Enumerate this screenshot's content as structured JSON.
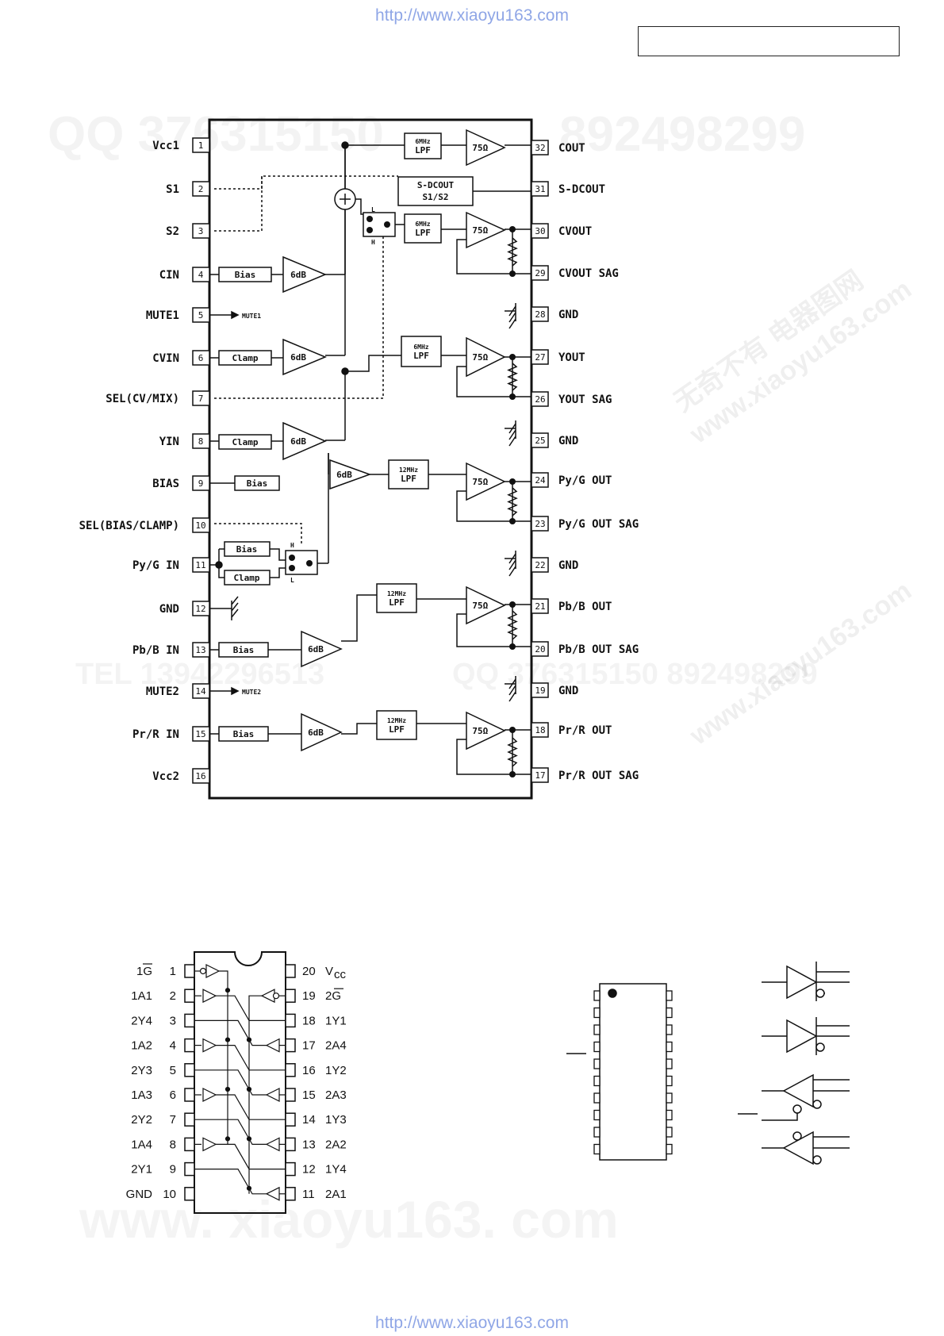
{
  "header": {
    "top_url": "http://www.xiaoyu163.com",
    "bottom_url": "http://www.xiaoyu163.com"
  },
  "watermarks": [
    "QQ 376315150",
    "892498299",
    "TEL 13942296513",
    "QQ 376315150 892498299",
    "www. xiaoyu163. com",
    "无奇不有 电器图网",
    "www.xiaoyu163.com"
  ],
  "ic1": {
    "left_pins": [
      {
        "num": "1",
        "label": "Vcc1"
      },
      {
        "num": "2",
        "label": "S1"
      },
      {
        "num": "3",
        "label": "S2"
      },
      {
        "num": "4",
        "label": "CIN"
      },
      {
        "num": "5",
        "label": "MUTE1"
      },
      {
        "num": "6",
        "label": "CVIN"
      },
      {
        "num": "7",
        "label": "SEL(CV/MIX)"
      },
      {
        "num": "8",
        "label": "YIN"
      },
      {
        "num": "9",
        "label": "BIAS"
      },
      {
        "num": "10",
        "label": "SEL(BIAS/CLAMP)"
      },
      {
        "num": "11",
        "label": "Py/G IN"
      },
      {
        "num": "12",
        "label": "GND"
      },
      {
        "num": "13",
        "label": "Pb/B IN"
      },
      {
        "num": "14",
        "label": "MUTE2"
      },
      {
        "num": "15",
        "label": "Pr/R IN"
      },
      {
        "num": "16",
        "label": "Vcc2"
      }
    ],
    "right_pins": [
      {
        "num": "32",
        "label": "COUT"
      },
      {
        "num": "31",
        "label": "S-DCOUT"
      },
      {
        "num": "30",
        "label": "CVOUT"
      },
      {
        "num": "29",
        "label": "CVOUT SAG"
      },
      {
        "num": "28",
        "label": "GND"
      },
      {
        "num": "27",
        "label": "YOUT"
      },
      {
        "num": "26",
        "label": "YOUT SAG"
      },
      {
        "num": "25",
        "label": "GND"
      },
      {
        "num": "24",
        "label": "Py/G OUT"
      },
      {
        "num": "23",
        "label": "Py/G OUT SAG"
      },
      {
        "num": "22",
        "label": "GND"
      },
      {
        "num": "21",
        "label": "Pb/B OUT"
      },
      {
        "num": "20",
        "label": "Pb/B OUT SAG"
      },
      {
        "num": "19",
        "label": "GND"
      },
      {
        "num": "18",
        "label": "Pr/R OUT"
      },
      {
        "num": "17",
        "label": "Pr/R OUT SAG"
      }
    ],
    "blocks": {
      "lpf_6": "6MHz",
      "lpf_12": "12MHz",
      "lpf": "LPF",
      "amp75": "75Ω",
      "gain": "6dB",
      "bias": "Bias",
      "clamp": "Clamp",
      "sdcout": "S-DCOUT",
      "s1s2": "S1/S2",
      "mute1": "MUTE1",
      "mute2": "MUTE2",
      "sw_l": "L",
      "sw_h": "H"
    }
  },
  "ic2": {
    "left_pins": [
      {
        "num": "1",
        "label": "1G"
      },
      {
        "num": "2",
        "label": "1A1"
      },
      {
        "num": "3",
        "label": "2Y4"
      },
      {
        "num": "4",
        "label": "1A2"
      },
      {
        "num": "5",
        "label": "2Y3"
      },
      {
        "num": "6",
        "label": "1A3"
      },
      {
        "num": "7",
        "label": "2Y2"
      },
      {
        "num": "8",
        "label": "1A4"
      },
      {
        "num": "9",
        "label": "2Y1"
      },
      {
        "num": "10",
        "label": "GND"
      }
    ],
    "right_pins": [
      {
        "num": "20",
        "label": "V"
      },
      {
        "num": "19",
        "label": "2G"
      },
      {
        "num": "18",
        "label": "1Y1"
      },
      {
        "num": "17",
        "label": "2A4"
      },
      {
        "num": "16",
        "label": "1Y2"
      },
      {
        "num": "15",
        "label": "2A3"
      },
      {
        "num": "14",
        "label": "1Y3"
      },
      {
        "num": "13",
        "label": "2A2"
      },
      {
        "num": "12",
        "label": "1Y4"
      },
      {
        "num": "11",
        "label": "2A1"
      }
    ],
    "vcc_subscript": "cc"
  }
}
